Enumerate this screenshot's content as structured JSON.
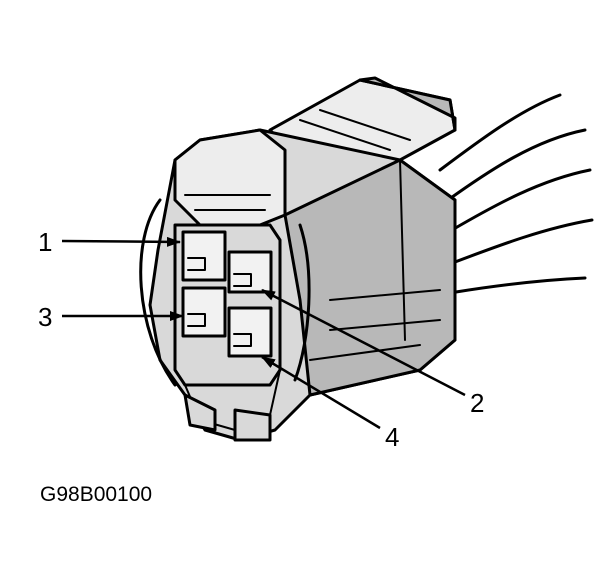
{
  "figure_code": "G98B00100",
  "callouts": [
    {
      "id": "1",
      "label": "1"
    },
    {
      "id": "2",
      "label": "2"
    },
    {
      "id": "3",
      "label": "3"
    },
    {
      "id": "4",
      "label": "4"
    }
  ],
  "colors": {
    "ink": "#000000",
    "fill": "#d9d9d9",
    "background": "#ffffff"
  }
}
